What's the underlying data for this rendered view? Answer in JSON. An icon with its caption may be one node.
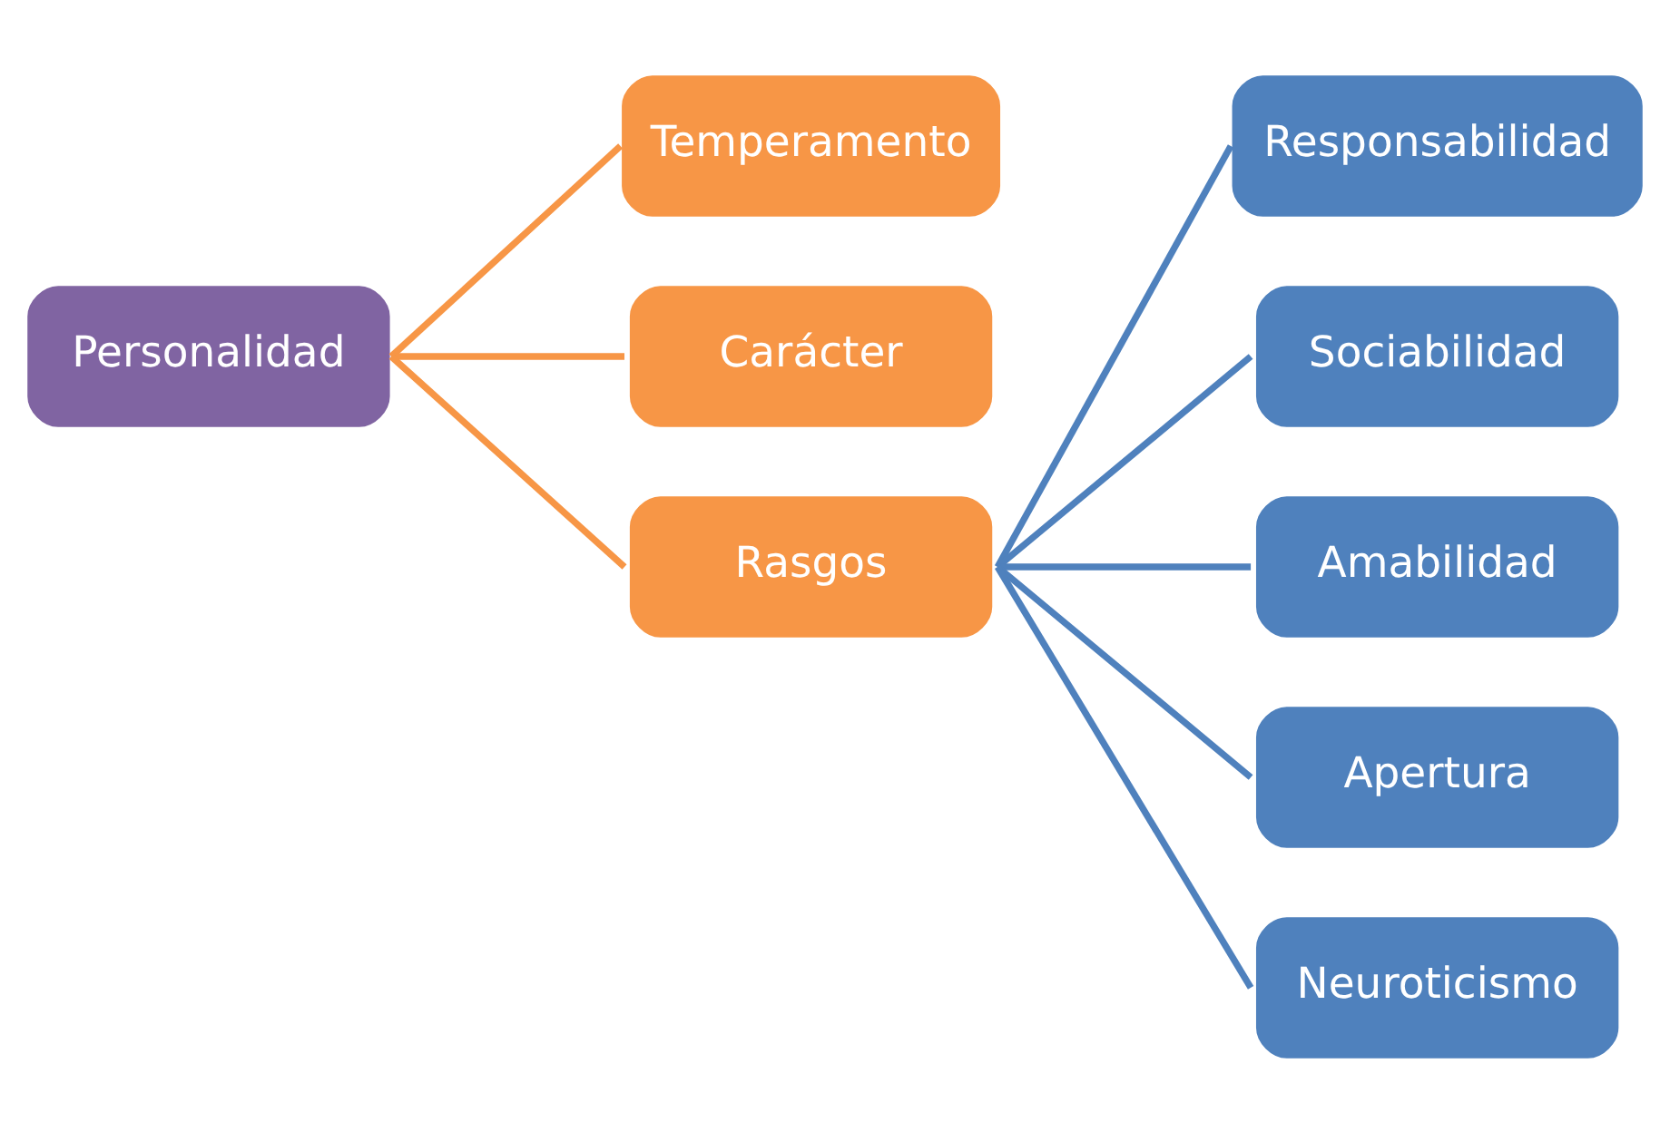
{
  "diagram": {
    "nodes": [
      {
        "text": [
          "Personalidad"
        ]
      },
      {
        "text": [
          "Temperamento"
        ]
      },
      {
        "text": [
          "Carácter"
        ]
      },
      {
        "text": [
          "Rasgos"
        ]
      },
      {
        "text": [
          "Responsabilidad"
        ]
      },
      {
        "text": [
          "Sociabilidad"
        ]
      },
      {
        "text": [
          "Amabilidad"
        ]
      },
      {
        "text": [
          "Apertura"
        ]
      },
      {
        "text": [
          "Neuroticismo"
        ]
      }
    ],
    "edges": [
      {
        "from": 0,
        "to": 1,
        "arrow": "none",
        "color": "#f79646"
      },
      {
        "from": 0,
        "to": 2,
        "arrow": "none",
        "color": "#f79646"
      },
      {
        "from": 0,
        "to": 3,
        "arrow": "none",
        "color": "#f79646"
      },
      {
        "from": 3,
        "to": 4,
        "arrow": "none"
      },
      {
        "from": 3,
        "to": 5,
        "arrow": "none"
      },
      {
        "from": 3,
        "to": 6,
        "arrow": "none"
      },
      {
        "from": 3,
        "to": 7,
        "arrow": "none"
      },
      {
        "from": 3,
        "to": 8,
        "arrow": "none"
      }
    ]
  }
}
